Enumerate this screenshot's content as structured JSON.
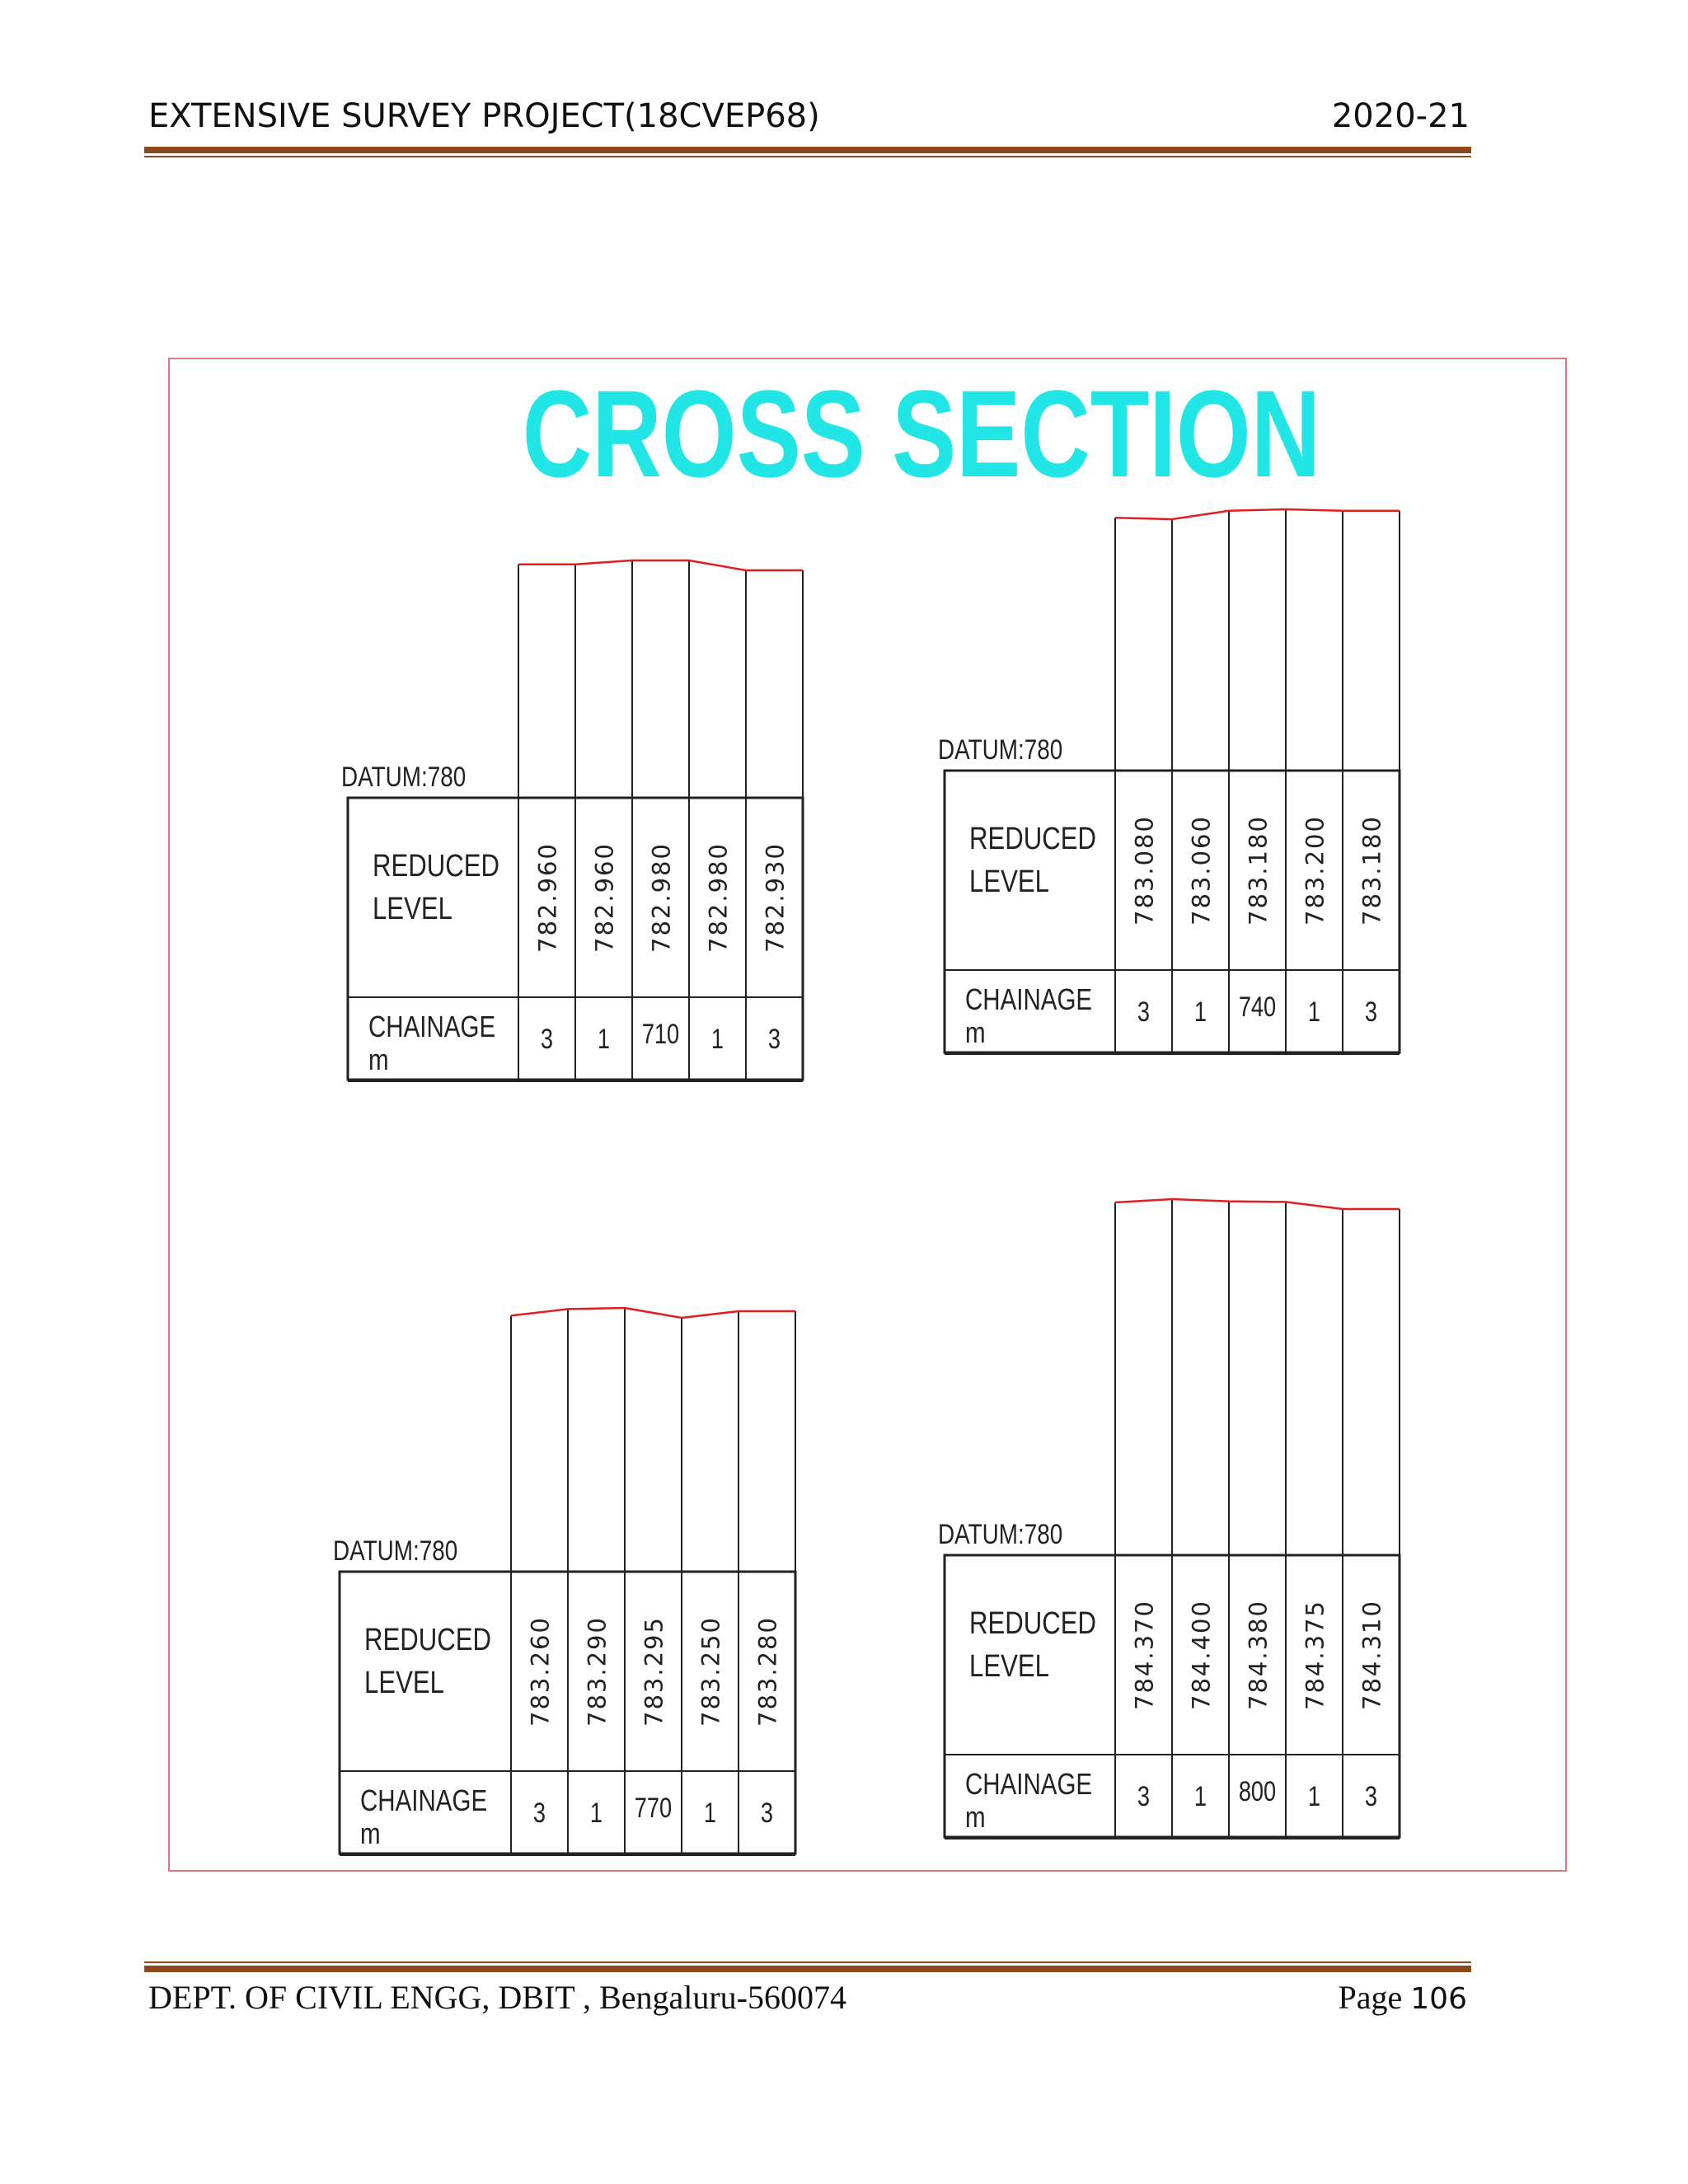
{
  "header": {
    "title": "EXTENSIVE SURVEY PROJECT(18CVEP68)",
    "year": "2020-21"
  },
  "footer": {
    "dept": "DEPT. OF CIVIL ENGG, DBIT , Bengaluru-560074",
    "page_word": "Page",
    "page_number": "106"
  },
  "drawing": {
    "title": "CROSS SECTION",
    "title_color": "#22e6e6",
    "frame_color": "#d08080",
    "profile_color": "#e02020",
    "row_label_reduced": [
      "REDUCED",
      "LEVEL"
    ],
    "row_label_chainage": [
      "CHAINAGE",
      "m"
    ]
  },
  "chart_data": [
    {
      "type": "table",
      "datum": "DATUM:780",
      "reduced_levels": [
        "782.960",
        "782.960",
        "782.980",
        "782.980",
        "782.930"
      ],
      "chainage": [
        "3",
        "1",
        "710",
        "1",
        "3"
      ]
    },
    {
      "type": "table",
      "datum": "DATUM:780",
      "reduced_levels": [
        "783.080",
        "783.060",
        "783.180",
        "783.200",
        "783.180"
      ],
      "chainage": [
        "3",
        "1",
        "740",
        "1",
        "3"
      ]
    },
    {
      "type": "table",
      "datum": "DATUM:780",
      "reduced_levels": [
        "783.260",
        "783.290",
        "783.295",
        "783.250",
        "783.280"
      ],
      "chainage": [
        "3",
        "1",
        "770",
        "1",
        "3"
      ]
    },
    {
      "type": "table",
      "datum": "DATUM:780",
      "reduced_levels": [
        "784.370",
        "784.400",
        "784.380",
        "784.375",
        "784.310"
      ],
      "chainage": [
        "3",
        "1",
        "800",
        "1",
        "3"
      ]
    }
  ]
}
